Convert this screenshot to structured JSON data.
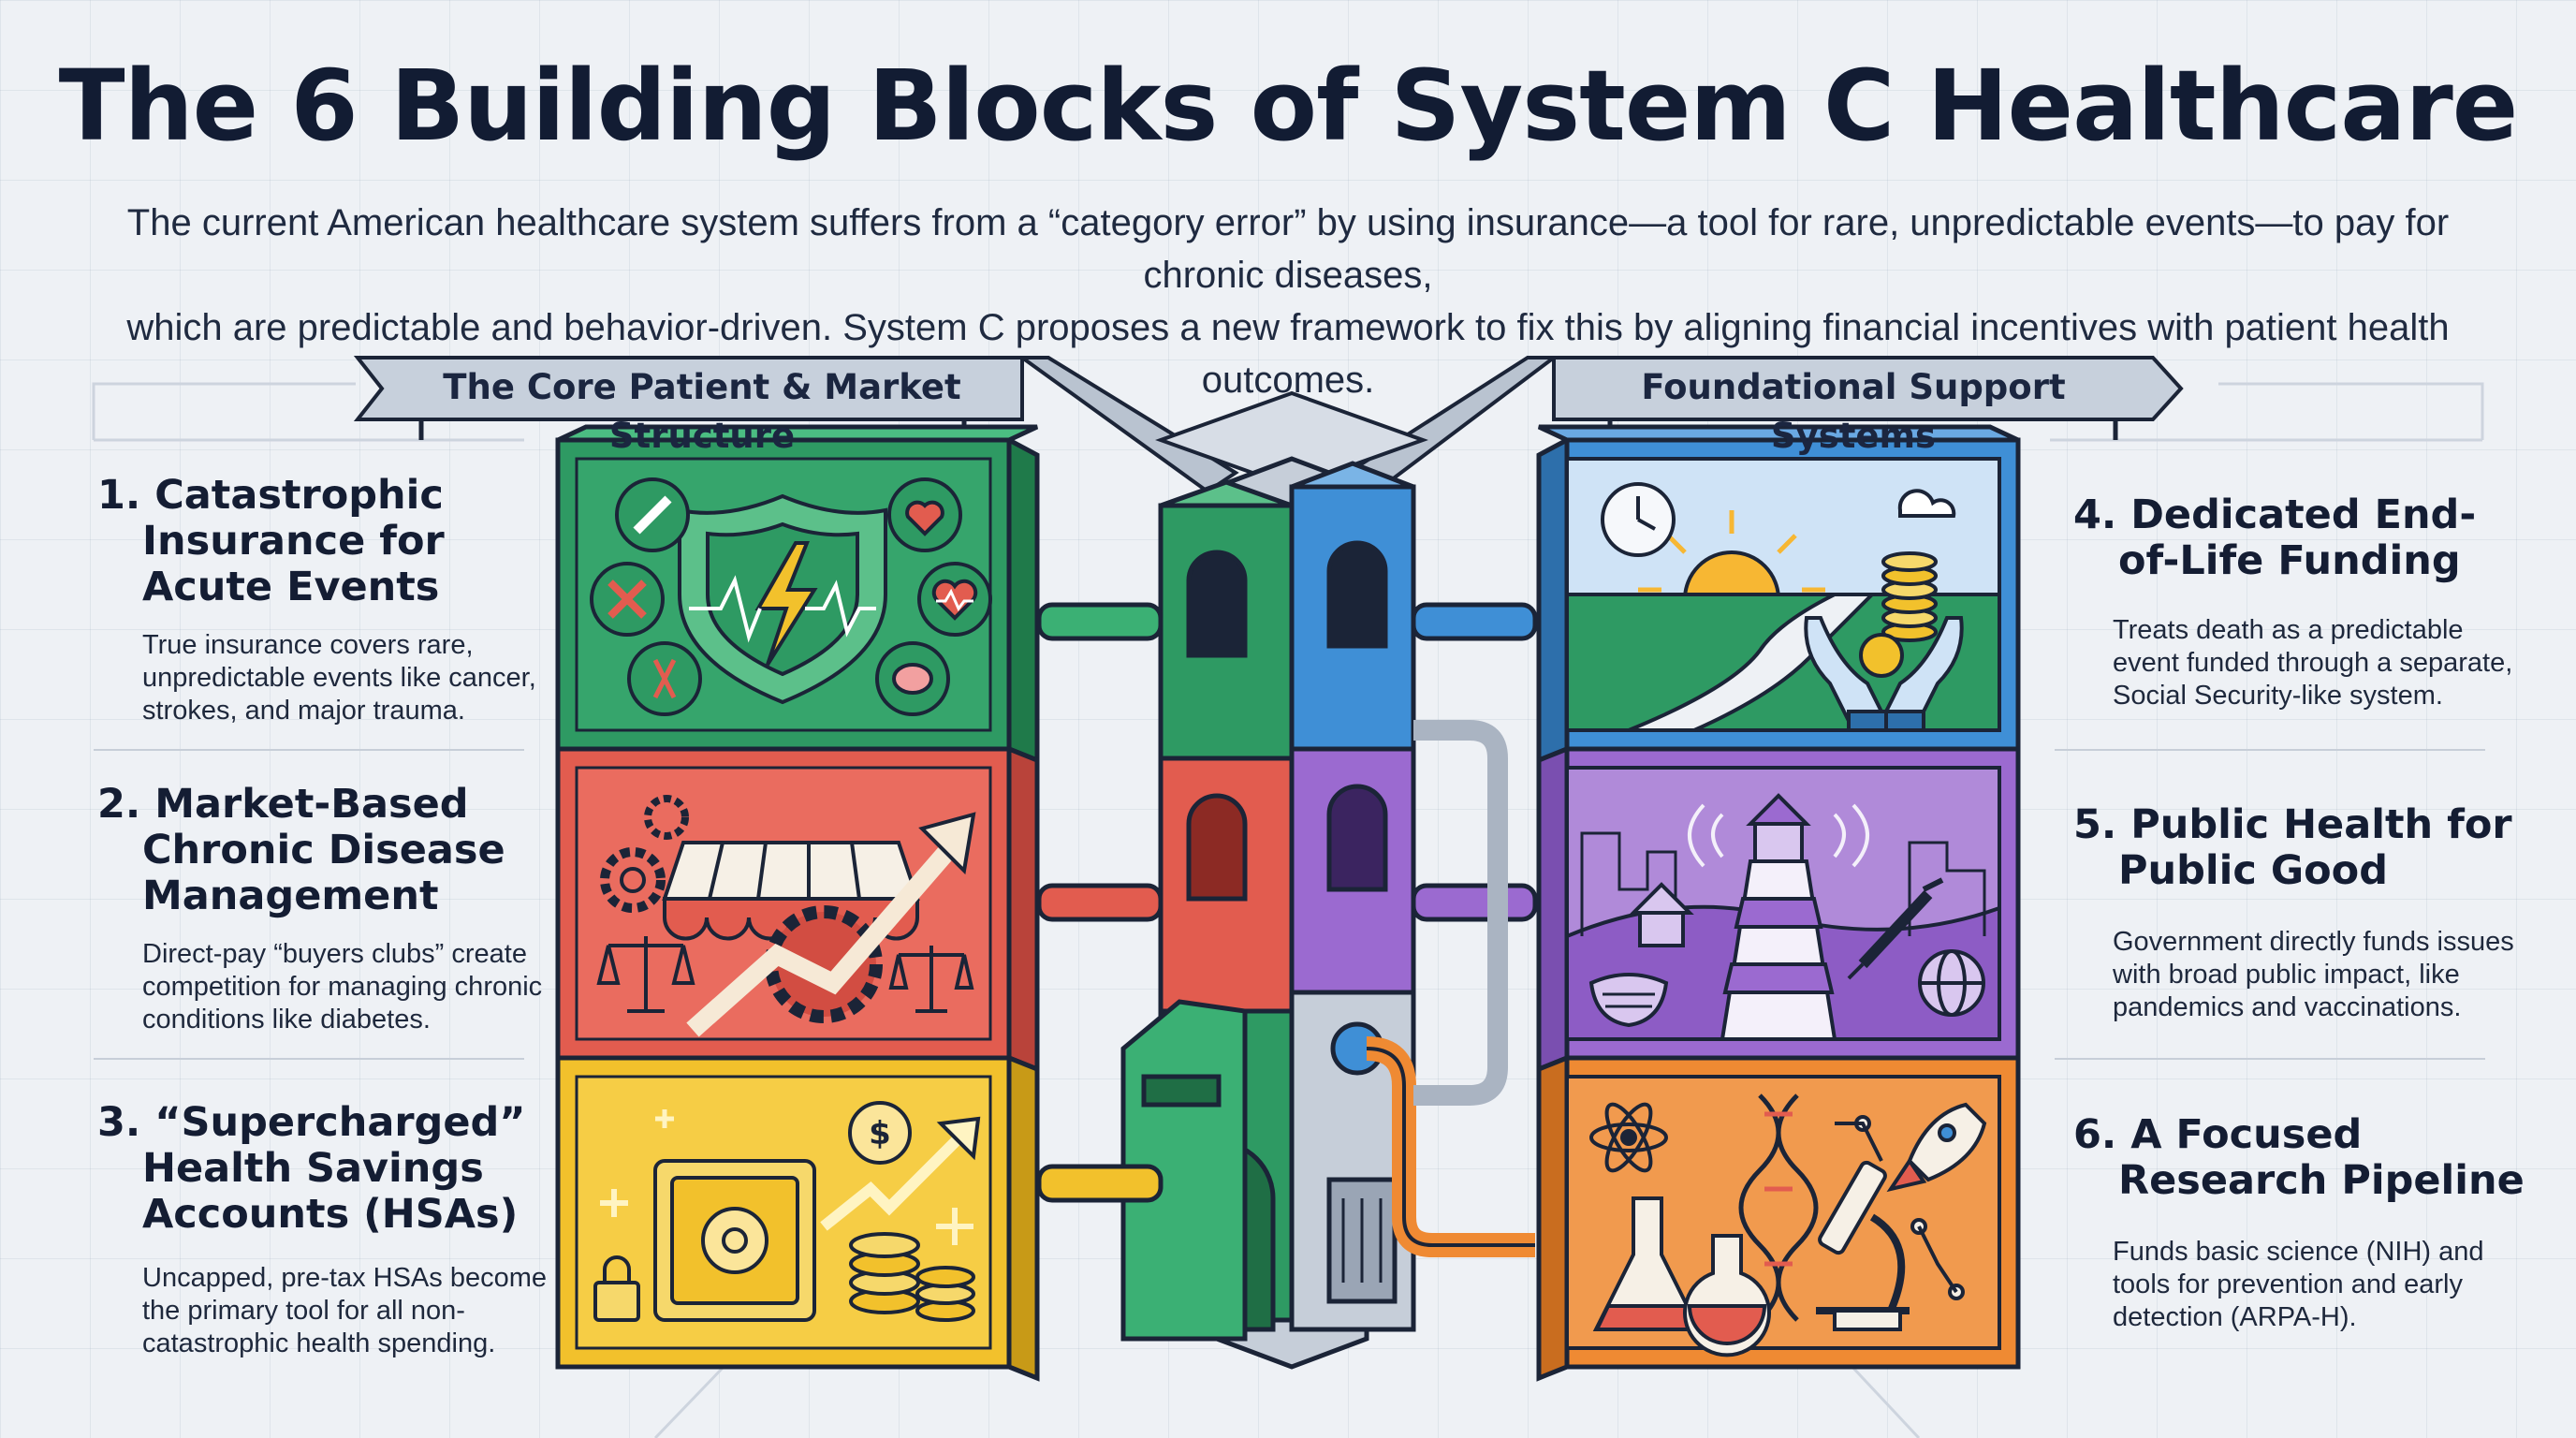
{
  "title": "The 6 Building Blocks of System C Healthcare",
  "subtitle": {
    "line1": "The current American healthcare system suffers from a “category error” by using insurance—a tool for rare, unpredictable events—to pay for chronic diseases,",
    "line2": "which are predictable and behavior-driven. System C proposes a new framework to fix this by aligning financial incentives with patient health outcomes."
  },
  "banners": {
    "left": "The Core Patient & Market Structure",
    "right": "Foundational Support Systems"
  },
  "colors": {
    "green": "#2e9a63",
    "red": "#e25c4f",
    "yellow": "#f2c12c",
    "blue": "#3f8fd6",
    "purple": "#9b6ad0",
    "orange": "#ef8a33",
    "ink": "#1b2437"
  },
  "blocks": [
    {
      "title1": "1. Catastrophic",
      "title2": "Insurance for",
      "title3": "Acute Events",
      "desc1": "True insurance covers rare,",
      "desc2": "unpredictable events like cancer,",
      "desc3": "strokes, and major trauma.",
      "icons": [
        "shield-lightning-icon",
        "bone-icon",
        "heart-icon",
        "heart-pulse-icon",
        "brain-icon",
        "dna-icon",
        "cancel-icon"
      ]
    },
    {
      "title1": "2. Market-Based",
      "title2": "Chronic Disease",
      "title3": "Management",
      "desc1": "Direct-pay “buyers clubs” create",
      "desc2": "competition for managing chronic",
      "desc3": "conditions like diabetes.",
      "icons": [
        "market-awning-icon",
        "gear-icon",
        "scales-icon",
        "arrow-up-icon"
      ]
    },
    {
      "title1": "3. “Supercharged”",
      "title2": "Health Savings",
      "title3": "Accounts (HSAs)",
      "desc1": "Uncapped, pre-tax HSAs become",
      "desc2": "the primary tool for all non-",
      "desc3": "catastrophic health spending.",
      "icons": [
        "safe-icon",
        "coin-stack-icon",
        "dollar-coin-icon",
        "padlock-icon",
        "arrow-up-icon",
        "plus-icon"
      ]
    },
    {
      "title1": "4. Dedicated End-",
      "title2": "of-Life Funding",
      "title3": "",
      "desc1": "Treats death as a predictable",
      "desc2": "event funded through a separate,",
      "desc3": "Social Security-like system.",
      "icons": [
        "clock-icon",
        "sunset-icon",
        "coin-stack-icon",
        "hands-icon",
        "path-icon"
      ]
    },
    {
      "title1": "5. Public Health for",
      "title2": "Public Good",
      "title3": "",
      "desc1": "Government directly funds issues",
      "desc2": "with broad public impact, like",
      "desc3": "pandemics and vaccinations.",
      "icons": [
        "lighthouse-icon",
        "house-icon",
        "mask-icon",
        "syringe-icon",
        "globe-icon"
      ]
    },
    {
      "title1": "6. A Focused",
      "title2": "Research Pipeline",
      "title3": "",
      "desc1": "Funds basic science (NIH) and",
      "desc2": "tools for prevention and early",
      "desc3": "detection (ARPA-H).",
      "icons": [
        "atom-icon",
        "dna-icon",
        "flask-icon",
        "microscope-icon",
        "rocket-icon",
        "network-icon"
      ]
    }
  ]
}
